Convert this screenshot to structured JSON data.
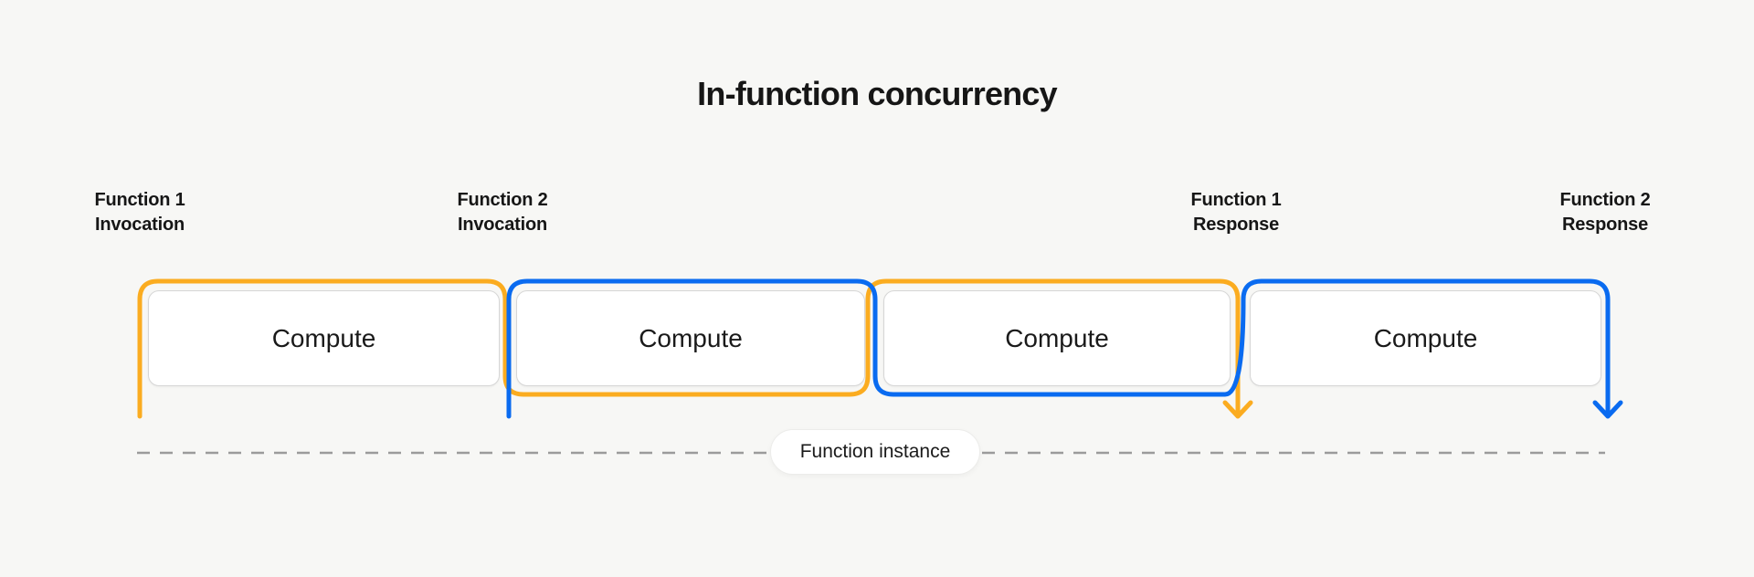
{
  "title": "In-function concurrency",
  "event_labels": [
    {
      "line1": "Function 1",
      "line2": "Invocation"
    },
    {
      "line1": "Function 2",
      "line2": "Invocation"
    },
    {
      "line1": "Function 1",
      "line2": "Response"
    },
    {
      "line1": "Function 2",
      "line2": "Response"
    }
  ],
  "boxes": [
    {
      "label": "Compute"
    },
    {
      "label": "Compute"
    },
    {
      "label": "Compute"
    },
    {
      "label": "Compute"
    }
  ],
  "timeline": {
    "pill_label": "Function instance"
  },
  "colors": {
    "function1_orange": "#FBAC20",
    "function2_blue": "#0A6BF0",
    "dashed_line": "#9B9B9B",
    "background": "#F7F7F5",
    "box_border": "#D6D6D6",
    "text": "#161616"
  }
}
